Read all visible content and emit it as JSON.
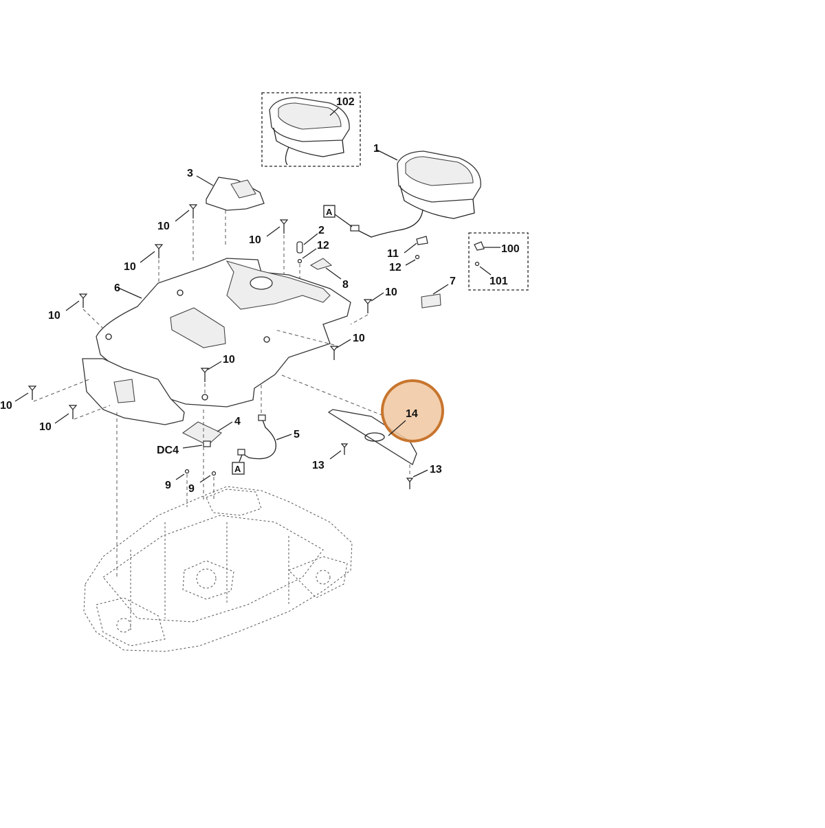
{
  "labels": {
    "l102": "102",
    "l1": "1",
    "l3": "3",
    "l2": "2",
    "l12a": "12",
    "l12b": "12",
    "l11": "11",
    "l100": "100",
    "l101": "101",
    "l8": "8",
    "l7": "7",
    "l6": "6",
    "l10a": "10",
    "l10b": "10",
    "l10c": "10",
    "l10d": "10",
    "l10e": "10",
    "l10f": "10",
    "l10g": "10",
    "l10h": "10",
    "l10i": "10",
    "l4": "4",
    "l5": "5",
    "lDC4": "DC4",
    "l9a": "9",
    "l9b": "9",
    "l13a": "13",
    "l13b": "13",
    "l14": "14",
    "refA1": "A",
    "refA2": "A"
  },
  "highlight": {
    "color": "#f0c7a0",
    "border": "#c8752e",
    "part": "14"
  },
  "colors": {
    "ink": "#222222",
    "background": "#ffffff"
  }
}
